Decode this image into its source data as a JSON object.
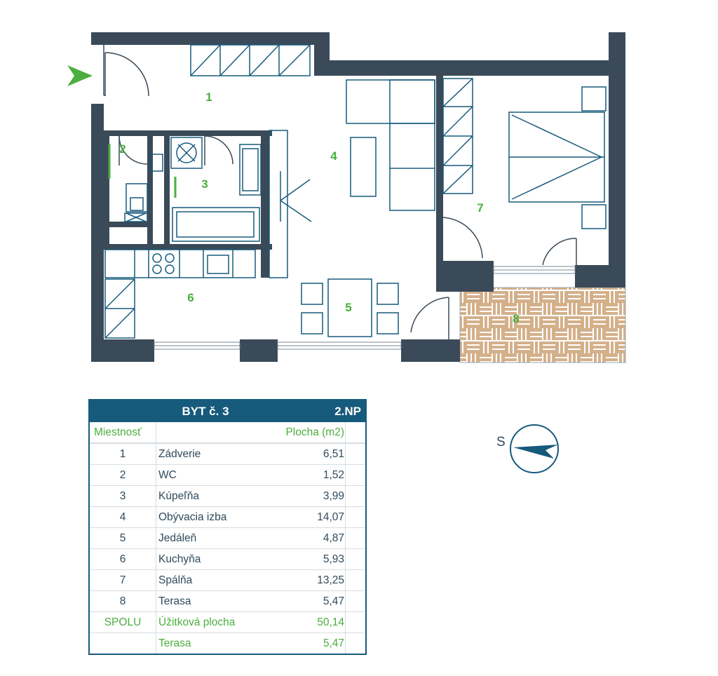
{
  "plan": {
    "rooms": [
      {
        "num": "1"
      },
      {
        "num": "2"
      },
      {
        "num": "3"
      },
      {
        "num": "4"
      },
      {
        "num": "5"
      },
      {
        "num": "6"
      },
      {
        "num": "7"
      },
      {
        "num": "8"
      }
    ],
    "colors": {
      "wall": "#3a4a58",
      "terrace": "#d4b08a",
      "terrace_lines": "#ffffff",
      "accent": "#4bae3f",
      "furniture": "#165a7c"
    }
  },
  "table": {
    "title": "BYT č. 3",
    "floor": "2.NP",
    "col_room": "Miestnosť",
    "col_area": "Plocha (m2)",
    "rows": [
      {
        "num": "1",
        "name": "Zádverie",
        "area": "6,51"
      },
      {
        "num": "2",
        "name": "WC",
        "area": "1,52"
      },
      {
        "num": "3",
        "name": "Kúpeľňa",
        "area": "3,99"
      },
      {
        "num": "4",
        "name": "Obývacia izba",
        "area": "14,07"
      },
      {
        "num": "5",
        "name": "Jedáleň",
        "area": "4,87"
      },
      {
        "num": "6",
        "name": "Kuchyňa",
        "area": "5,93"
      },
      {
        "num": "7",
        "name": "Spálňa",
        "area": "13,25"
      },
      {
        "num": "8",
        "name": "Terasa",
        "area": "5,47"
      }
    ],
    "total": {
      "label": "SPOLU",
      "name": "Úžitková plocha",
      "area": "50,14"
    },
    "terrace": {
      "name": "Terasa",
      "area": "5,47"
    }
  },
  "compass": {
    "label": "S"
  },
  "icons": {
    "entry": "entry-arrow-icon",
    "compass": "compass-icon"
  }
}
